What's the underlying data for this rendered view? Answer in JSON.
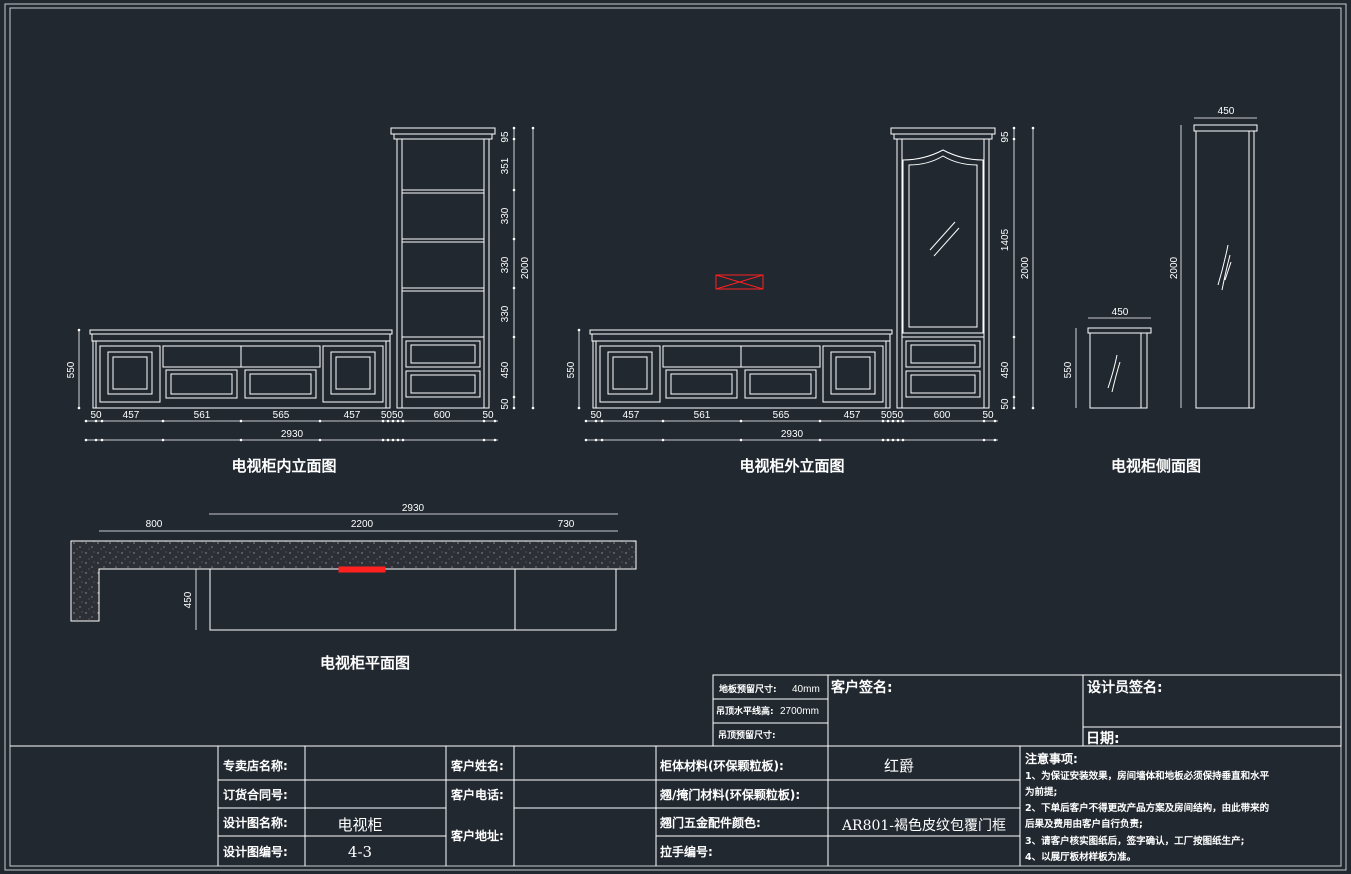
{
  "titles": {
    "inner": "电视柜内立面图",
    "outer": "电视柜外立面图",
    "side": "电视柜侧面图",
    "plan": "电视柜平面图"
  },
  "dims": {
    "base_segments": [
      "50",
      "457",
      "561",
      "565",
      "457",
      "5050",
      "600",
      "50"
    ],
    "total": "2930",
    "base_height": "550",
    "tower_height": "2000",
    "inner_tower_segments": [
      "95",
      "351",
      "330",
      "330",
      "330",
      "450",
      "50"
    ],
    "outer_tower_segments": [
      "95",
      "1405",
      "450",
      "50"
    ],
    "side_depth": "450",
    "side_base_depth": "450",
    "side_height": "2000",
    "side_base_height": "550",
    "plan_total": "2930",
    "plan_left": "800",
    "plan_mid": "2200",
    "plan_right": "730",
    "plan_depth": "450"
  },
  "preset": {
    "floor_label": "地板预留尺寸:",
    "floor_value": "40mm",
    "ceiling_label": "吊顶水平线高:",
    "ceiling_value": "2700mm",
    "ceiling_reserve_label": "吊顶预留尺寸:"
  },
  "signatures": {
    "client_label": "客户签名:",
    "designer_label": "设计员签名:",
    "date_label": "日期:"
  },
  "table": {
    "store_label": "专卖店名称:",
    "contract_label": "订货合同号:",
    "design_name_label": "设计图名称:",
    "design_name_value": "电视柜",
    "design_no_label": "设计图编号:",
    "design_no_value": "4-3",
    "client_name_label": "客户姓名:",
    "client_phone_label": "客户电话:",
    "client_addr_label": "客户地址:",
    "body_material_label": "柜体材料(环保颗粒板):",
    "body_material_value": "红爵",
    "door_material_label": "翘/掩门材料(环保颗粒板):",
    "hardware_label": "翘门五金配件颜色:",
    "hardware_value": "AR801-褐色皮纹包覆门框",
    "handle_label": "拉手编号:"
  },
  "notes": {
    "title": "注意事项:",
    "lines": [
      "1、为保证安装效果，房间墙体和地板必须保持垂直和水平",
      "为前提;",
      "2、下单后客户不得更改产品方案及房间结构，由此带来的",
      "后果及费用由客户自行负责;",
      "3、请客户核实图纸后，签字确认，工厂按图纸生产;",
      "4、以展厅板材样板为准。"
    ]
  },
  "colors": {
    "background": "#212830",
    "line": "#ffffff",
    "marker": "#ff2020"
  }
}
